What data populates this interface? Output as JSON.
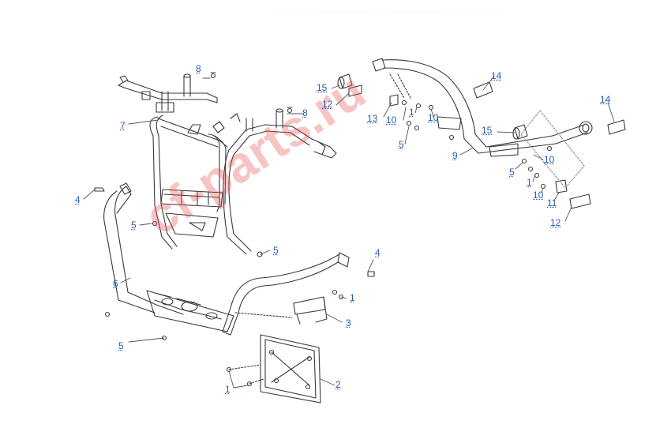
{
  "diagram": {
    "watermark": "cf-parts.ru",
    "callouts": [
      {
        "id": "c8a",
        "text": "8"
      },
      {
        "id": "c7",
        "text": "7"
      },
      {
        "id": "c8b",
        "text": "8"
      },
      {
        "id": "c4a",
        "text": "4"
      },
      {
        "id": "c5a",
        "text": "5"
      },
      {
        "id": "c5b",
        "text": "5"
      },
      {
        "id": "c6",
        "text": "6"
      },
      {
        "id": "c4b",
        "text": "4"
      },
      {
        "id": "c1a",
        "text": "1"
      },
      {
        "id": "c3",
        "text": "3"
      },
      {
        "id": "c5c",
        "text": "5"
      },
      {
        "id": "c1b",
        "text": "1"
      },
      {
        "id": "c2",
        "text": "2"
      },
      {
        "id": "c15a",
        "text": "15"
      },
      {
        "id": "c12a",
        "text": "12"
      },
      {
        "id": "c13",
        "text": "13"
      },
      {
        "id": "c10a",
        "text": "10"
      },
      {
        "id": "c1c",
        "text": "1"
      },
      {
        "id": "c10b",
        "text": "10"
      },
      {
        "id": "c5d",
        "text": "5"
      },
      {
        "id": "c14a",
        "text": "14"
      },
      {
        "id": "c9",
        "text": "9"
      },
      {
        "id": "c15b",
        "text": "15"
      },
      {
        "id": "c14b",
        "text": "14"
      },
      {
        "id": "c10c",
        "text": "10"
      },
      {
        "id": "c5e",
        "text": "5"
      },
      {
        "id": "c1d",
        "text": "1"
      },
      {
        "id": "c10d",
        "text": "10"
      },
      {
        "id": "c11",
        "text": "11"
      },
      {
        "id": "c12b",
        "text": "12"
      }
    ]
  }
}
